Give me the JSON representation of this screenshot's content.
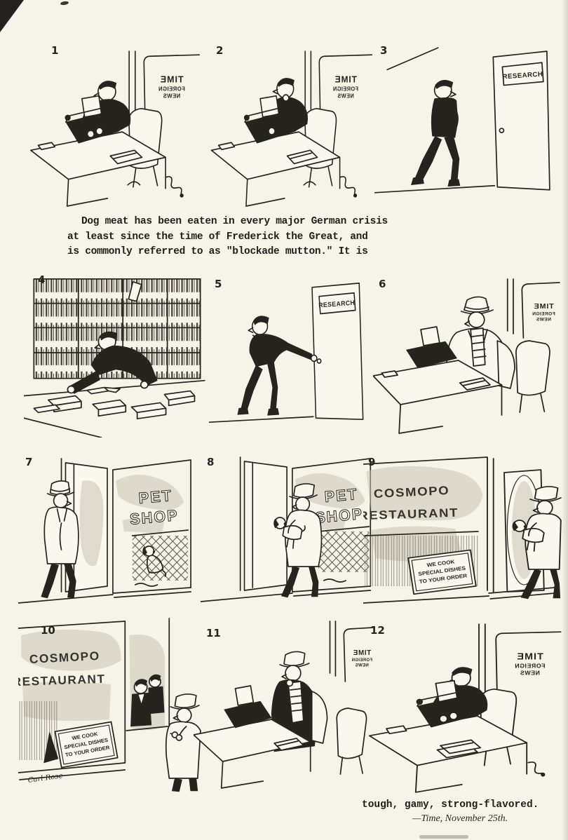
{
  "page": {
    "background": "#f6f3e9",
    "ink": "#26241f",
    "wash": "#c9c5b4",
    "caption": {
      "line1": "Dog meat has been eaten in every major German crisis",
      "line2": "at least since the time of Frederick the Great, and",
      "line3": "is commonly referred to as \"blockade mutton.\" It is"
    },
    "footer": {
      "continuation": "tough, gamy, strong-flavored.",
      "attribution": "—Time, November 25th."
    },
    "signature": "Carl Rose"
  },
  "signs": {
    "office_door": {
      "line1": "TIME",
      "line2": "FOREIGN",
      "line3": "NEWS",
      "mirrored": true
    },
    "research_door": {
      "label": "RESEARCH"
    },
    "pet_shop": {
      "line1": "PET",
      "line2": "SHOP"
    },
    "restaurant": {
      "line1": "COSMOPO",
      "line2": "RESTAURANT"
    },
    "restaurant_placard": {
      "line1": "WE COOK",
      "line2": "SPECIAL DISHES",
      "line3": "TO YOUR ORDER"
    }
  },
  "panels": [
    {
      "number": "1",
      "scene": "reporter-typing-at-desk"
    },
    {
      "number": "2",
      "scene": "reporter-pauses-thinking"
    },
    {
      "number": "3",
      "scene": "walking-to-research-door"
    },
    {
      "number": "4",
      "scene": "searching-books-in-library"
    },
    {
      "number": "5",
      "scene": "leaving-research-room"
    },
    {
      "number": "6",
      "scene": "putting-on-coat-at-desk"
    },
    {
      "number": "7",
      "scene": "passing-pet-shop-window-with-dog"
    },
    {
      "number": "8",
      "scene": "leaving-pet-shop-carrying-dog"
    },
    {
      "number": "9",
      "scene": "carrying-dog-into-restaurant"
    },
    {
      "number": "10",
      "scene": "leaving-restaurant"
    },
    {
      "number": "11",
      "scene": "back-at-desk-removing-scarf"
    },
    {
      "number": "12",
      "scene": "typing-the-story"
    }
  ]
}
